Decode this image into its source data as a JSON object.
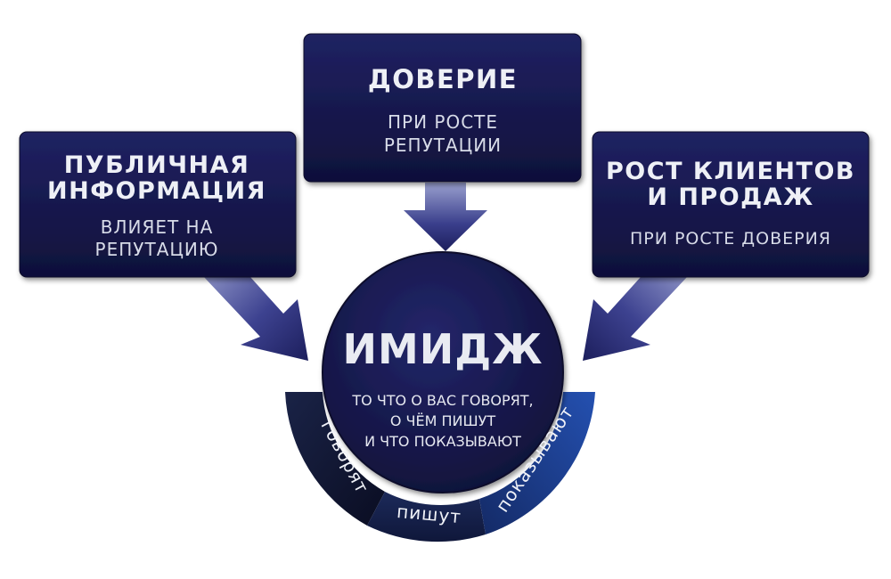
{
  "boxes": {
    "left": {
      "title_line1": "ПУБЛИЧНАЯ",
      "title_line2": "ИНФОРМАЦИЯ",
      "sub_line1": "ВЛИЯЕТ НА",
      "sub_line2": "РЕПУТАЦИЮ"
    },
    "top": {
      "title": "ДОВЕРИЕ",
      "sub_line1": "ПРИ РОСТЕ",
      "sub_line2": "РЕПУТАЦИИ"
    },
    "right": {
      "title_line1": "РОСТ КЛИЕНТОВ",
      "title_line2": "И ПРОДАЖ",
      "sub": "ПРИ РОСТЕ ДОВЕРИЯ"
    }
  },
  "center": {
    "title": "ИМИДЖ",
    "sub_line1": "ТО ЧТО О ВАС ГОВОРЯТ,",
    "sub_line2": "О ЧЁМ ПИШУТ",
    "sub_line3": "И ЧТО ПОКАЗЫВАЮТ"
  },
  "segments": {
    "left": "говорят",
    "middle": "пишут",
    "right": "показывают"
  },
  "colors": {
    "box_fill": "#131344",
    "box_fill_light": "#1f2160",
    "arrow_dark": "#1b1d5a",
    "arrow_light": "#8a90c0",
    "circle_fill": "#14154a",
    "segment_left": "#101530",
    "segment_middle": "#15214a",
    "segment_right": "#1a3a8a"
  }
}
